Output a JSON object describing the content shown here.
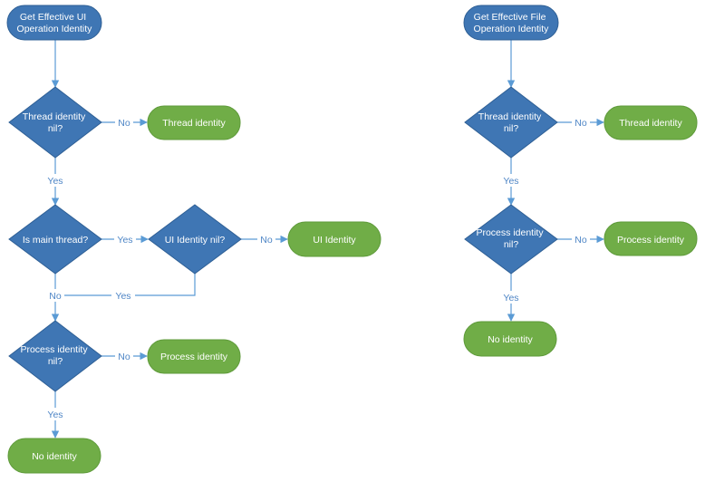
{
  "colors": {
    "start": "#3f76b4",
    "start_stroke": "#2e5f95",
    "decision": "#3f76b4",
    "decision_stroke": "#2e5f95",
    "terminal": "#70ad47",
    "terminal_stroke": "#5e9a3a",
    "line": "#5b9bd5",
    "edge_label": "#4f86c6"
  },
  "flow_ui": {
    "start": [
      "Get Effective UI",
      "Operation Identity"
    ],
    "d_thread": [
      "Thread identity",
      "nil?"
    ],
    "r_thread": "Thread identity",
    "d_main": [
      "Is main thread?"
    ],
    "d_ui": [
      "UI Identity nil?"
    ],
    "r_ui": "UI Identity",
    "d_process": [
      "Process identity",
      "nil?"
    ],
    "r_process": "Process identity",
    "r_none": "No identity",
    "labels": {
      "no_thread": "No",
      "yes_thread": "Yes",
      "yes_main": "Yes",
      "no_ui": "No",
      "no_main": "No",
      "yes_ui": "Yes",
      "no_process": "No",
      "yes_process": "Yes"
    }
  },
  "flow_file": {
    "start": [
      "Get Effective File",
      "Operation Identity"
    ],
    "d_thread": [
      "Thread identity",
      "nil?"
    ],
    "r_thread": "Thread identity",
    "d_process": [
      "Process identity",
      "nil?"
    ],
    "r_process": "Process identity",
    "r_none": "No identity",
    "labels": {
      "no_thread": "No",
      "yes_thread": "Yes",
      "no_process": "No",
      "yes_process": "Yes"
    }
  }
}
